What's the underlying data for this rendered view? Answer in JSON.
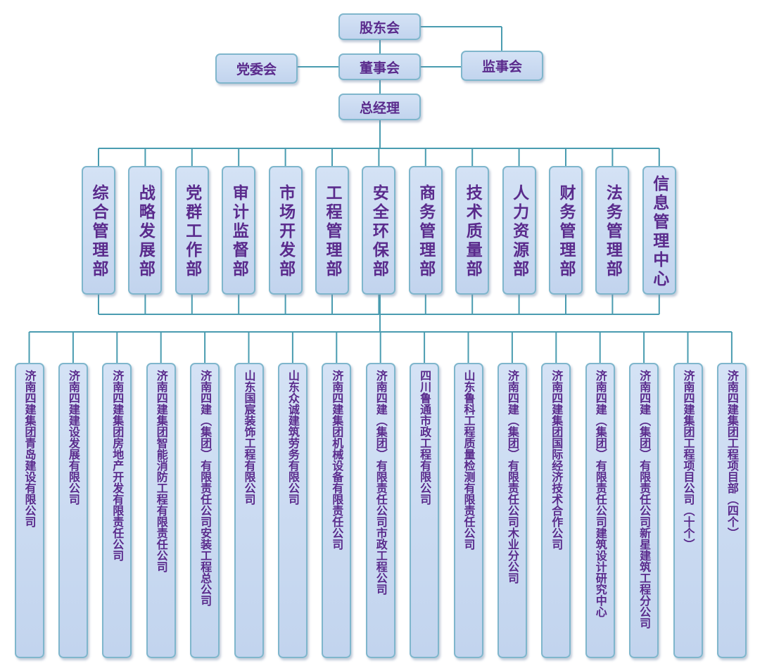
{
  "colors": {
    "box_fill": "#c8d8f0",
    "box_border": "#7fb6cc",
    "connector": "#4a9cb0",
    "text": "#5a2a8c"
  },
  "top": {
    "shareholders": "股东会",
    "board": "董事会",
    "party_committee": "党委会",
    "supervisors": "监事会",
    "general_manager": "总经理"
  },
  "departments": [
    "综合管理部",
    "战略发展部",
    "党群工作部",
    "审计监督部",
    "市场开发部",
    "工程管理部",
    "安全环保部",
    "商务管理部",
    "技术质量部",
    "人力资源部",
    "财务管理部",
    "法务管理部",
    "信息管理中心"
  ],
  "subsidiaries": [
    "济南四建集团青岛建设有限公司",
    "济南四建建设发展有限公司",
    "济南四建集团房地产开发有限责任公司",
    "济南四建集团智能消防工程有限责任公司",
    "济南四建（集团）有限责任公司安装工程总公司",
    "山东国宸装饰工程有限公司",
    "山东众诚建筑劳务有限公司",
    "济南四建集团机械设备有限责任公司",
    "济南四建（集团）有限责任公司市政工程公司",
    "四川鲁通市政工程有限公司",
    "山东鲁科工程质量检测有限责任公司",
    "济南四建（集团）有限责任公司木业分公司",
    "济南四建集团国际经济技术合作公司",
    "济南四建（集团）有限责任公司建筑设计研究中心",
    "济南四建（集团）有限责任公司新星建筑工程分公司",
    "济南四建集团工程项目公司（十个）",
    "济南四建集团工程项目部（四个）"
  ]
}
